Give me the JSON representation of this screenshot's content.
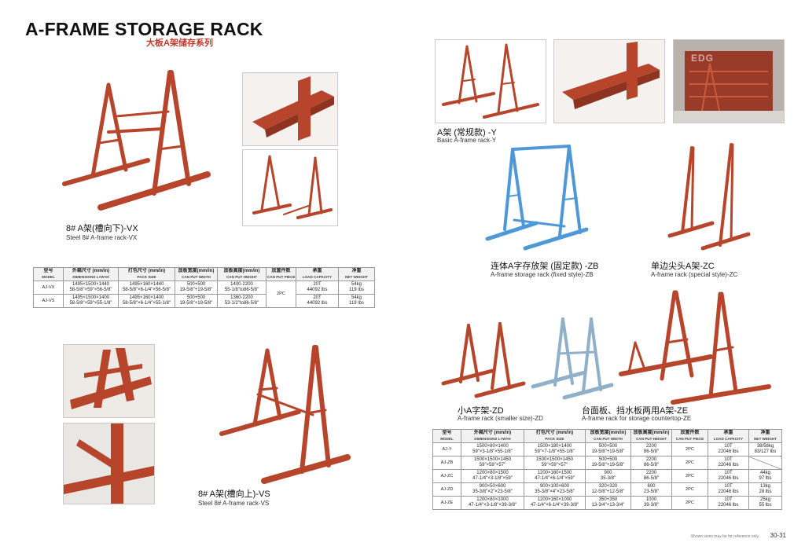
{
  "header": {
    "title": "A-FRAME STORAGE RACK",
    "subtitle": "大板A架储存系列"
  },
  "products": {
    "vx": {
      "cn": "8# A架(槽向下)-VX",
      "en": "Steel 8# A-frame rack-VX"
    },
    "vs": {
      "cn": "8# A架(槽向上)-VS",
      "en": "Steel 8# A-frame rack-VS"
    },
    "y": {
      "cn": "A架 (常规款) -Y",
      "en": "Basic A-frame rack-Y"
    },
    "zb": {
      "cn": "连体A字存放架 (固定款) -ZB",
      "en": "A-frame storage rack (fixed style)-ZB"
    },
    "zc": {
      "cn": "单边尖头A架-ZC",
      "en": "A-frame rack (special style)-ZC"
    },
    "zd": {
      "cn": "小A字架-ZD",
      "en": "A-frame rack (smaller size)-ZD"
    },
    "ze": {
      "cn": "台面板、挡水板两用A架-ZE",
      "en": "A-frame rack for storage countertop-ZE"
    }
  },
  "photo_text": {
    "watermark": "EDG"
  },
  "table_headers": [
    {
      "cn": "型号",
      "en": "MODEL"
    },
    {
      "cn": "外箱尺寸 (mm/in)",
      "en": "DIMENSIONS L×W×H"
    },
    {
      "cn": "打包尺寸 (mm/in)",
      "en": "PACK SIZE"
    },
    {
      "cn": "放板宽度(mm/in)",
      "en": "CAN PUT WIDTH"
    },
    {
      "cn": "放板高度(mm/in)",
      "en": "CAN PUT HEIGHT"
    },
    {
      "cn": "放置件数",
      "en": "CAN PUT PIECE"
    },
    {
      "cn": "承重",
      "en": "LOAD CAPACITY"
    },
    {
      "cn": "净重",
      "en": "NET WEIGHT"
    }
  ],
  "table1_rows": [
    {
      "model": "AJ-VX",
      "dim": [
        "1495×1500×1440",
        "58-5/8\"×59\"×56-5/8\""
      ],
      "pack": [
        "1495×160×1440",
        "58-5/8\"×6-1/4\"×56-5/8\""
      ],
      "width": [
        "500+500",
        "19-5/8\"+19-5/8\""
      ],
      "height": [
        "1400-2200",
        "55-1/8\"to86-5/8\""
      ],
      "piece": "2PC",
      "load": [
        "20T",
        "44092 lbs"
      ],
      "weight": [
        "54kg",
        "119 lbs"
      ]
    },
    {
      "model": "AJ-VS",
      "dim": [
        "1495×1500×1400",
        "58-5/8\"×59\"×55-1/8\""
      ],
      "pack": [
        "1495×160×1400",
        "58-5/8\"×6-1/4\"×55-1/8\""
      ],
      "width": [
        "500+500",
        "19-5/8\"+19-5/8\""
      ],
      "height": [
        "1360-2200",
        "53-1/2\"to86-5/8\""
      ],
      "piece": "",
      "load": [
        "20T",
        "44092 lbs"
      ],
      "weight": [
        "54kg",
        "119 lbs"
      ]
    }
  ],
  "table2_rows": [
    {
      "model": "AJ-Y",
      "dim": [
        "1500×80×1400",
        "59\"×3-1/8\"×55-1/8\""
      ],
      "pack": [
        "1500×180×1400",
        "59\"×7-1/8\"×55-1/8\""
      ],
      "width": [
        "500+500",
        "19-5/8\"+19-5/8\""
      ],
      "height": [
        "2200",
        "86-5/8\""
      ],
      "piece": "2PC",
      "load": [
        "10T",
        "22046 lbs"
      ],
      "weight": [
        "38/58kg",
        "83/127 lbs"
      ]
    },
    {
      "model": "AJ-ZB",
      "dim": [
        "1500×1500×1450",
        "59\"×59\"×57\""
      ],
      "pack": [
        "1500×1500×1450",
        "59\"×59\"×57\""
      ],
      "width": [
        "500+500",
        "19-5/8\"+19-5/8\""
      ],
      "height": [
        "2200",
        "86-5/8\""
      ],
      "piece": "2PC",
      "load": [
        "10T",
        "22046 lbs"
      ],
      "weight": [
        "",
        ""
      ]
    },
    {
      "model": "AJ-ZC",
      "dim": [
        "1200×80×1500",
        "47-1/4\"×3-1/8\"×59\""
      ],
      "pack": [
        "1200×160×1500",
        "47-1/4\"×6-1/4\"×59\""
      ],
      "width": [
        "900",
        "35-3/8\""
      ],
      "height": [
        "2200",
        "86-5/8\""
      ],
      "piece": "2PC",
      "load": [
        "10T",
        "22046 lbs"
      ],
      "weight": [
        "44kg",
        "97 lbs"
      ]
    },
    {
      "model": "AJ-ZD",
      "dim": [
        "900×50×600",
        "35-3/8\"×2\"×23-5/8\""
      ],
      "pack": [
        "900×100×600",
        "35-3/8\"×4\"×23-5/8\""
      ],
      "width": [
        "320+320",
        "12-5/8\"+12-5/8\""
      ],
      "height": [
        "600",
        "23-5/8\""
      ],
      "piece": "2PC",
      "load": [
        "10T",
        "22046 lbs"
      ],
      "weight": [
        "13kg",
        "28 lbs"
      ]
    },
    {
      "model": "AJ-ZE",
      "dim": [
        "1200×80×1000",
        "47-1/4\"×3-1/8\"×39-3/8\""
      ],
      "pack": [
        "1200×160×1000",
        "47-1/4\"×6-1/4\"×39-3/8\""
      ],
      "width": [
        "350+350",
        "13-3/4\"+13-3/4\""
      ],
      "height": [
        "1000",
        "39-3/8\""
      ],
      "piece": "2PC",
      "load": [
        "10T",
        "22046 lbs"
      ],
      "weight": [
        "25kg",
        "55 lbs"
      ]
    }
  ],
  "footer": {
    "note": "Shown sizes may be for reference only.",
    "page": "30-31"
  },
  "colors": {
    "rust": "#b6452b",
    "rust_dark": "#8e3320",
    "blue": "#4f98d8",
    "gray_blue": "#8fb0c8",
    "title_red": "#c0392b"
  }
}
